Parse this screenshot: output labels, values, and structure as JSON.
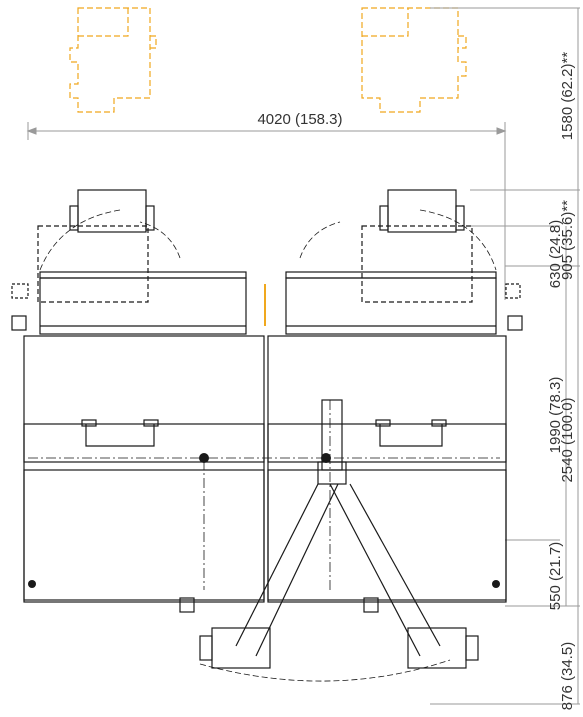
{
  "drawing": {
    "colors": {
      "line": "#1a1a1a",
      "dim_line": "#9a9a9a",
      "orange": "#f0a81e",
      "text": "#333333",
      "background": "#ffffff"
    },
    "dimensions": {
      "overall_width": "4020 (158.3)",
      "clearance_top": "1580 (62.2)**",
      "top_section": "905 (35.6)**",
      "upper_block": "630 (24.8)",
      "body_height": "1990 (78.3)",
      "overall_depth": "2540 (100.0)",
      "lower_band": "550 (21.7)",
      "arm_reach": "876 (34.5)"
    }
  }
}
